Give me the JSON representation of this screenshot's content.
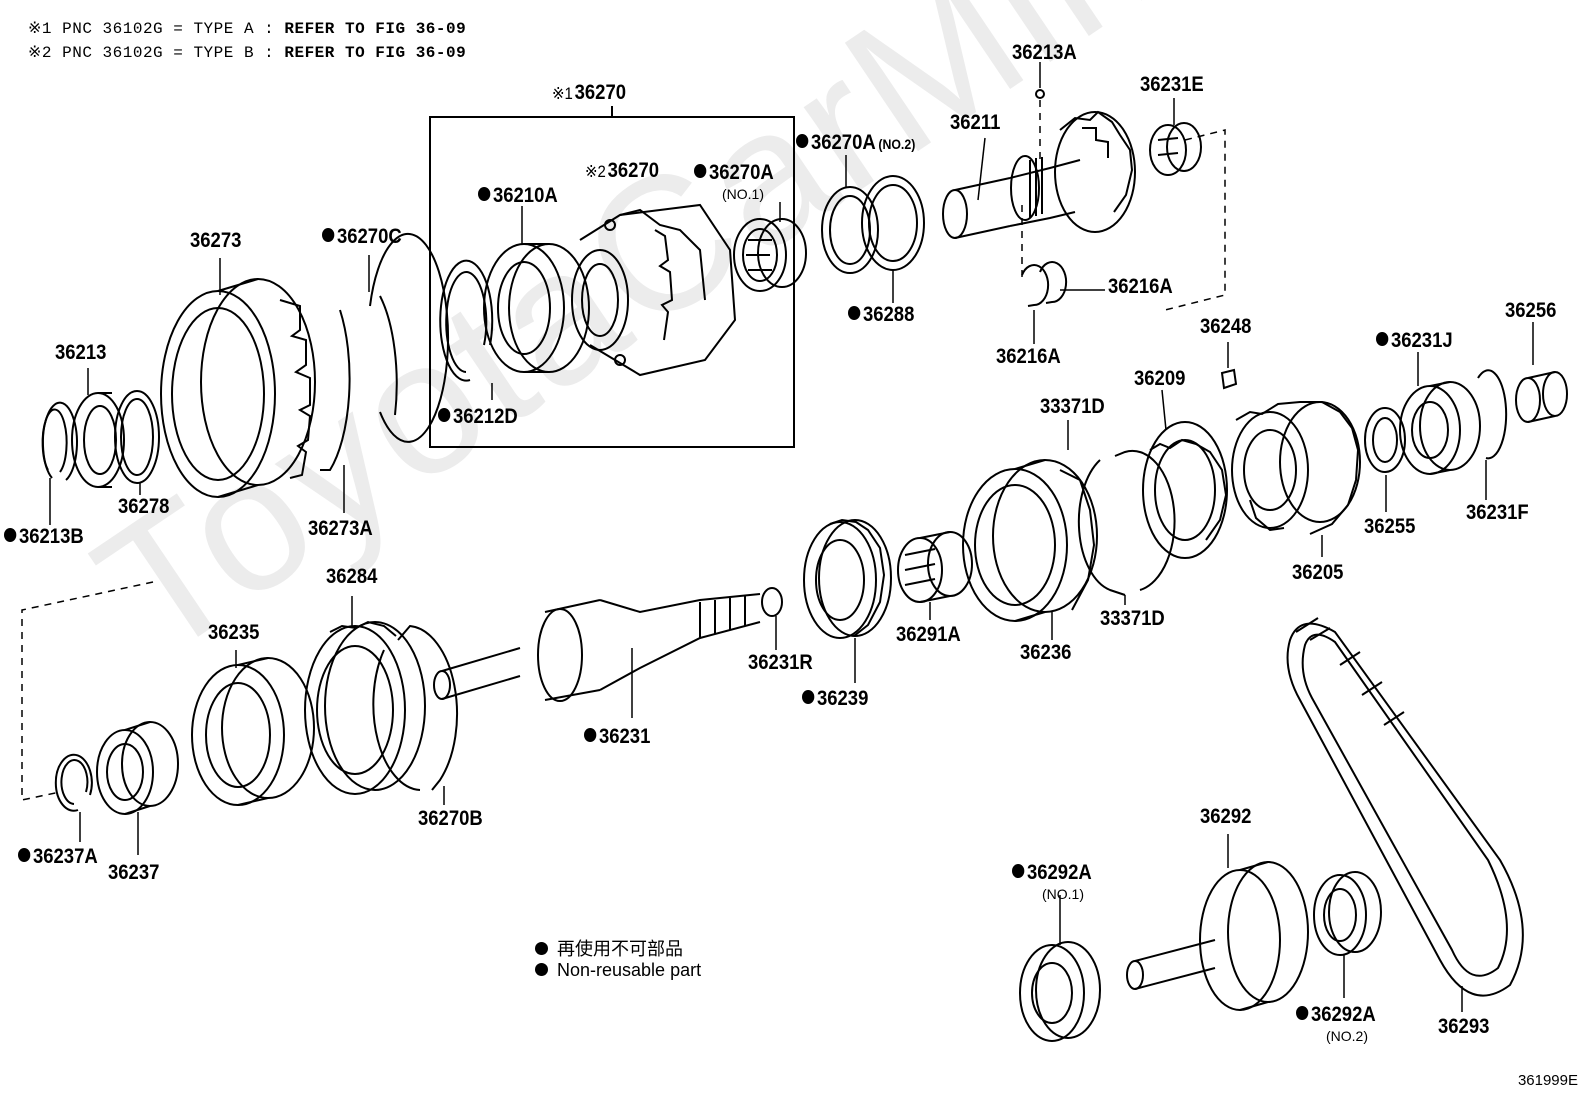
{
  "header": {
    "note1": {
      "marker": "※1",
      "prefix": "PNC 36102G = TYPE A :",
      "ref": "REFER TO FIG 36-09"
    },
    "note2": {
      "marker": "※2",
      "prefix": "PNC 36102G = TYPE B :",
      "ref": "REFER TO FIG 36-09"
    }
  },
  "watermark": "ToyotaCarMine.ru",
  "figure_number": "361999E",
  "legend": {
    "jp": "再使用不可部品",
    "en": "Non-reusable part"
  },
  "sublabels": {
    "no1": "(NO.1)",
    "no2": "(NO.2)"
  },
  "parts": {
    "p36270_box": {
      "pre": "※1",
      "code": "36270"
    },
    "p36270_inner": {
      "pre": "※2",
      "code": "36270"
    },
    "p36210A": {
      "code": "36210A"
    },
    "p36270A_1": {
      "code": "36270A"
    },
    "p36212D": {
      "code": "36212D"
    },
    "p36273": {
      "code": "36273"
    },
    "p36270C": {
      "code": "36270C"
    },
    "p36213": {
      "code": "36213"
    },
    "p36278": {
      "code": "36278"
    },
    "p36213B": {
      "code": "36213B"
    },
    "p36273A": {
      "code": "36273A"
    },
    "p36270A_2": {
      "code": "36270A"
    },
    "p36288": {
      "code": "36288"
    },
    "p36211": {
      "code": "36211"
    },
    "p36213A": {
      "code": "36213A"
    },
    "p36231E": {
      "code": "36231E"
    },
    "p36216A_a": {
      "code": "36216A"
    },
    "p36216A_b": {
      "code": "36216A"
    },
    "p36248": {
      "code": "36248"
    },
    "p36231J": {
      "code": "36231J"
    },
    "p36256": {
      "code": "36256"
    },
    "p33371D_a": {
      "code": "33371D"
    },
    "p36209": {
      "code": "36209"
    },
    "p36255": {
      "code": "36255"
    },
    "p36231F": {
      "code": "36231F"
    },
    "p36205": {
      "code": "36205"
    },
    "p36284": {
      "code": "36284"
    },
    "p36235": {
      "code": "36235"
    },
    "p36231R": {
      "code": "36231R"
    },
    "p36239": {
      "code": "36239"
    },
    "p36291A": {
      "code": "36291A"
    },
    "p36236": {
      "code": "36236"
    },
    "p33371D_b": {
      "code": "33371D"
    },
    "p36231": {
      "code": "36231"
    },
    "p36270B": {
      "code": "36270B"
    },
    "p36237A": {
      "code": "36237A"
    },
    "p36237": {
      "code": "36237"
    },
    "p36292": {
      "code": "36292"
    },
    "p36292A_1": {
      "code": "36292A"
    },
    "p36292A_2": {
      "code": "36292A"
    },
    "p36293": {
      "code": "36293"
    }
  }
}
